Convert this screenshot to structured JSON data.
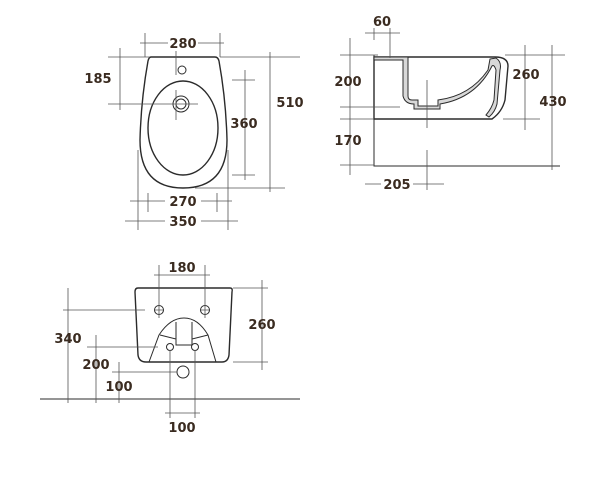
{
  "top_view": {
    "width_top": "280",
    "hole_offset": "185",
    "length": "510",
    "bowl_length": "360",
    "bowl_width": "270",
    "width": "350"
  },
  "side_view": {
    "rim_depth": "60",
    "fixing_height": "200",
    "floor_gap": "170",
    "bowl_height": "260",
    "total_height": "430",
    "drain_distance": "205"
  },
  "front_view": {
    "fixing_spacing": "180",
    "fixing_height": "340",
    "supply_height": "200",
    "drain_height": "100",
    "height": "260",
    "supply_spacing": "100"
  },
  "colors": {
    "text": "#3a2b20",
    "lines": "#555555"
  }
}
